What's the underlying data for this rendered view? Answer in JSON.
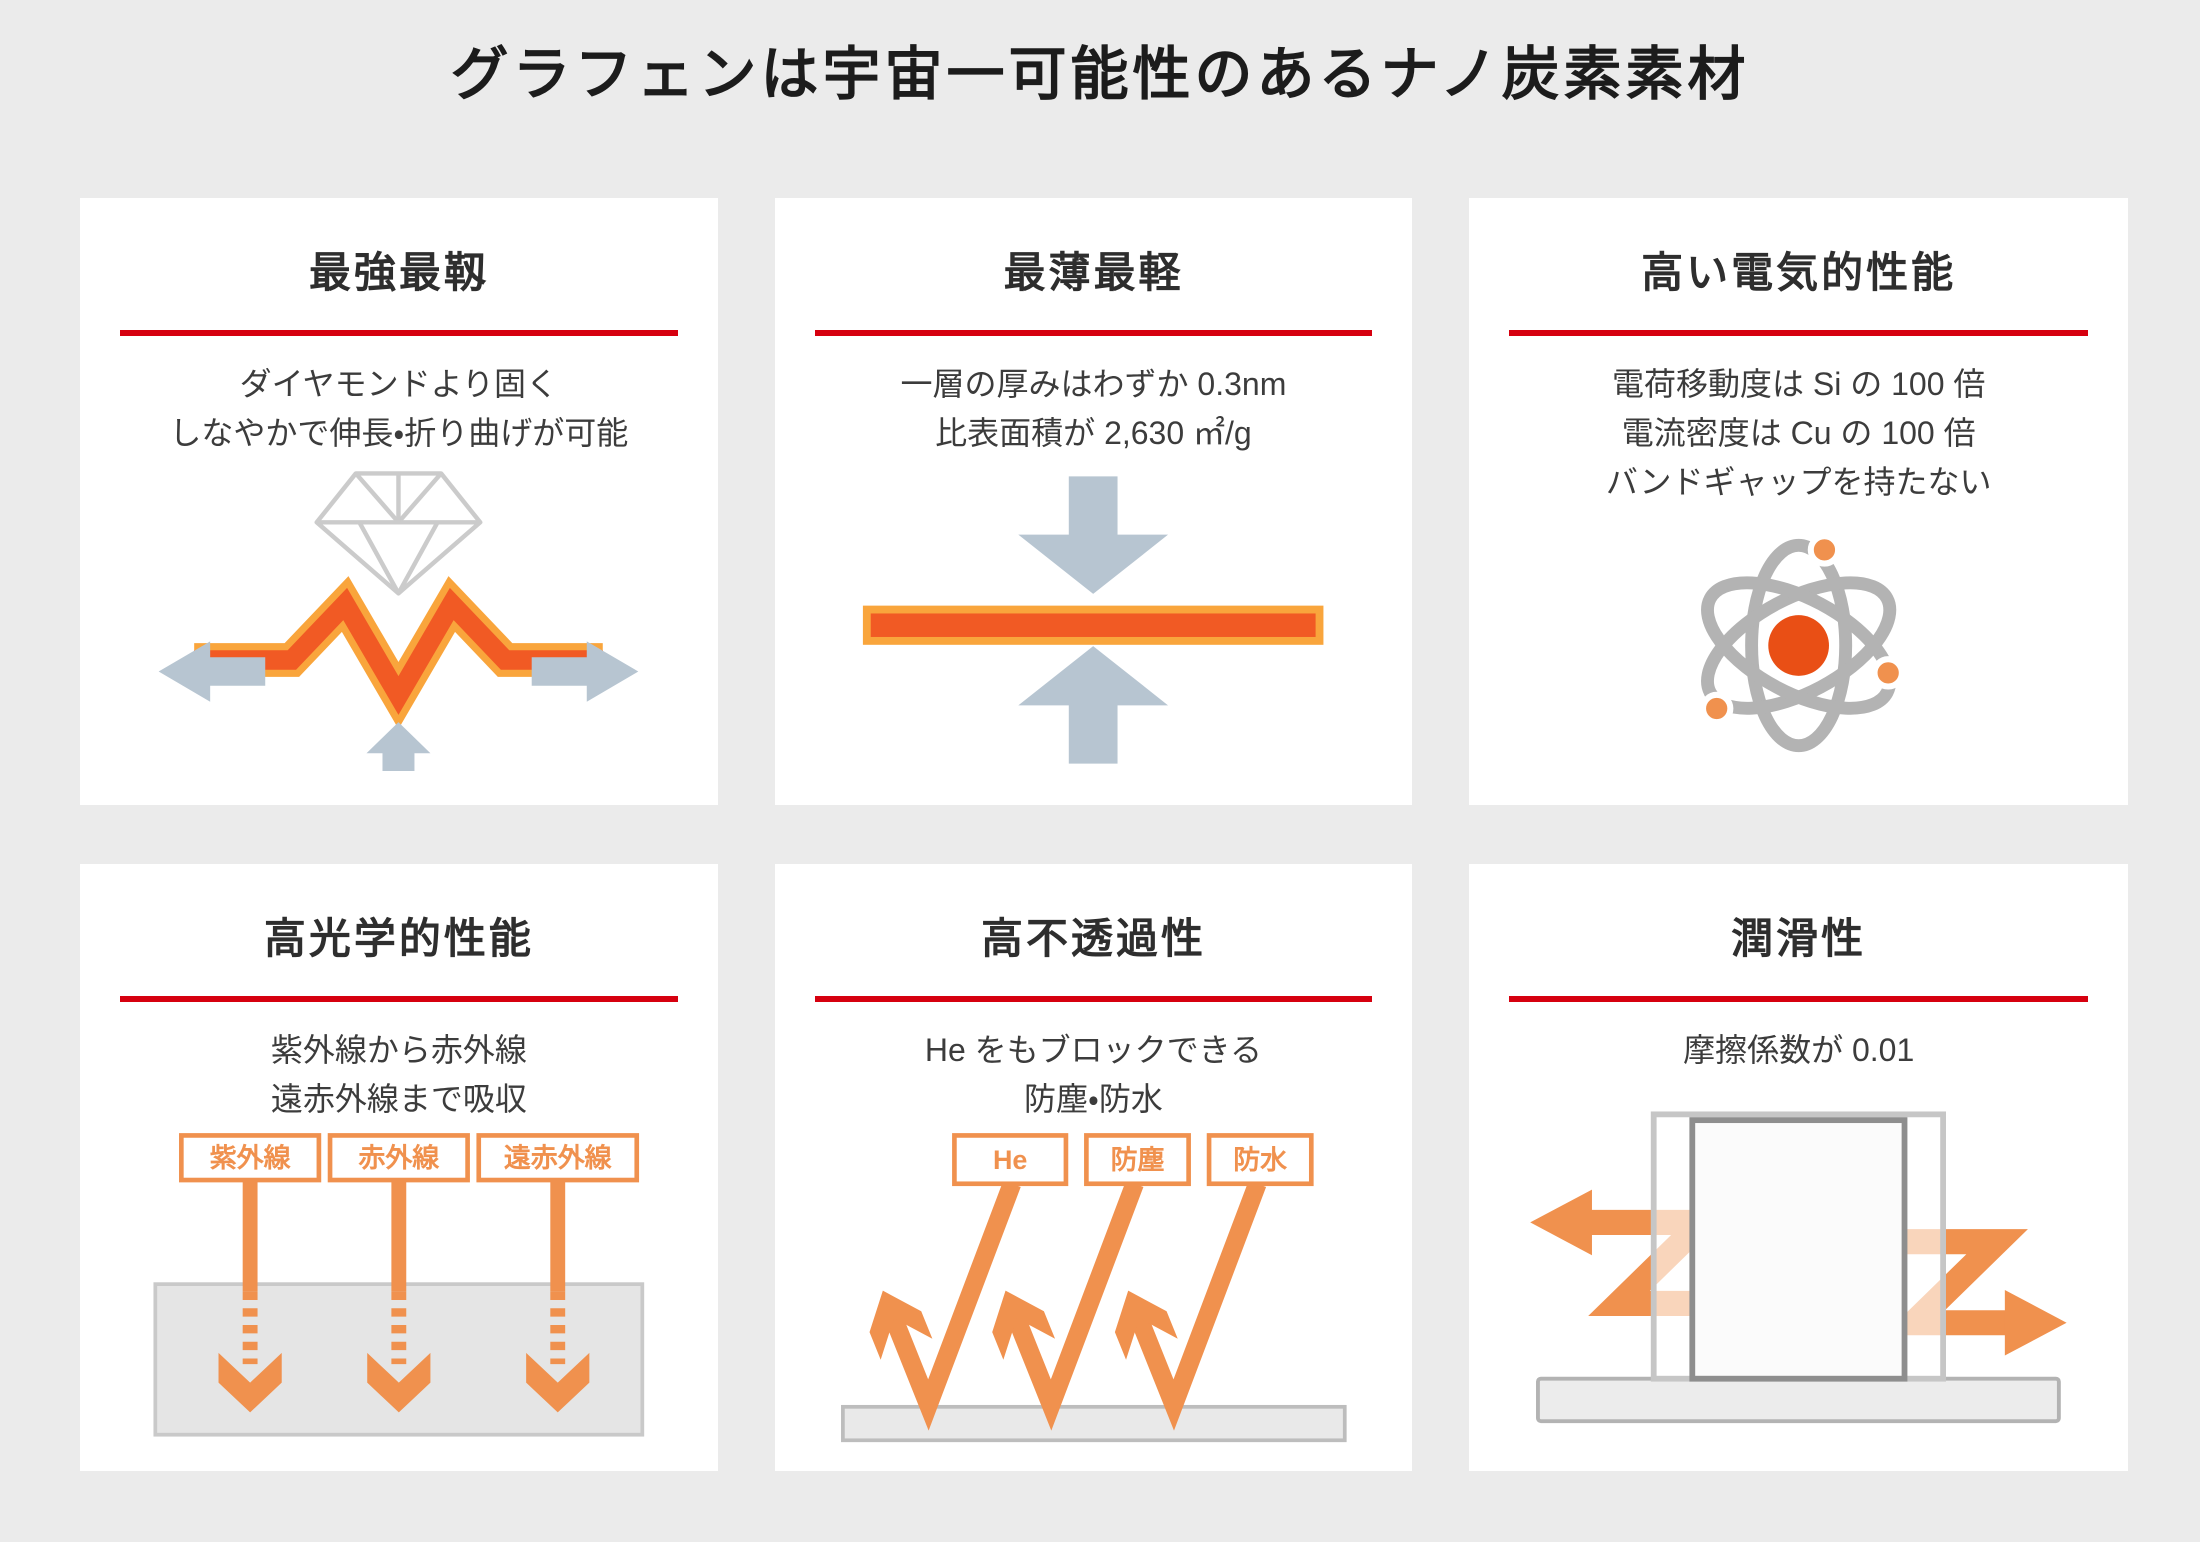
{
  "page": {
    "title": "グラフェンは宇宙一可能性のあるナノ炭素素材"
  },
  "colors": {
    "page_background": "#ebebeb",
    "card_background": "#ffffff",
    "accent_red": "#d6000f",
    "orange": "#f0914e",
    "orange_deep": "#f15a24",
    "orange_border": "#f9a53c",
    "blue_gray": "#b7c5d1",
    "gray_icon": "#b3b3b3",
    "nucleus_red": "#e94f15"
  },
  "cards": [
    {
      "title": "最強最靱",
      "lines": [
        "ダイヤモンドより固く",
        "しなやかで伸長・折り曲げが可能"
      ],
      "illustration": "diamond-over-graphene-zigzag-with-stretch-arrows"
    },
    {
      "title": "最薄最軽",
      "lines": [
        "一層の厚みはわずか 0.3nm",
        "比表面積が 2,630 ㎡/g"
      ],
      "illustration": "graphene-sheet-compressed-by-arrows"
    },
    {
      "title": "高い電気的性能",
      "lines": [
        "電荷移動度は Si の 100 倍",
        "電流密度は Cu の 100 倍",
        "バンドギャップを持たない"
      ],
      "illustration": "atom-with-orbits-and-electrons"
    },
    {
      "title": "高光学的性能",
      "lines": [
        "紫外線から赤外線",
        "遠赤外線まで吸収"
      ],
      "labels": [
        "紫外線",
        "赤外線",
        "遠赤外線"
      ],
      "illustration": "light-rays-absorbed-into-material"
    },
    {
      "title": "高不透過性",
      "lines": [
        "He をもブロックできる",
        "防塵・防水"
      ],
      "labels": [
        "He",
        "防塵",
        "防水"
      ],
      "illustration": "particles-bouncing-off-barrier"
    },
    {
      "title": "潤滑性",
      "lines": [
        "摩擦係数が 0.01"
      ],
      "illustration": "block-sliding-with-zigzag-arrows"
    }
  ]
}
